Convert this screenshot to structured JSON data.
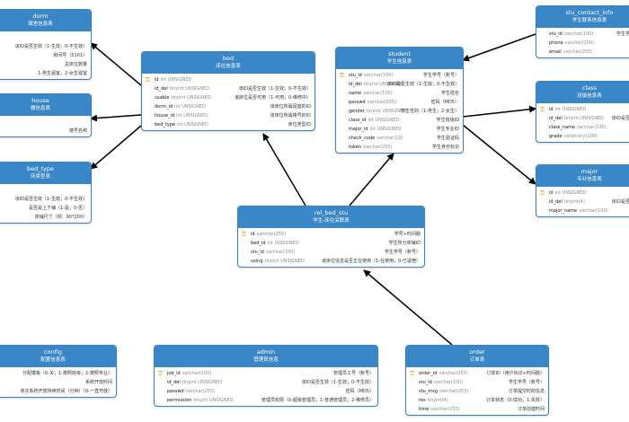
{
  "tables": {
    "dorm": {
      "name": "dorm",
      "comment": "宿舍信息表",
      "fields": [
        {
          "name": "",
          "type": "",
          "comment": "",
          "pk": false
        },
        {
          "name": "",
          "type": "",
          "comment": "该ID是否生效（1-生效；0-不生效）",
          "pk": false
        },
        {
          "name": "",
          "type": "",
          "comment": "房间号（5101）",
          "pk": false
        },
        {
          "name": "",
          "type": "",
          "comment": "总床位数量",
          "pk": false
        },
        {
          "name": "",
          "type": "",
          "comment": "1-男生寝室，2-女生寝室",
          "pk": false
        }
      ]
    },
    "house": {
      "name": "house",
      "comment": "楼信息表",
      "fields": [
        {
          "name": "",
          "type": "",
          "comment": "",
          "pk": false
        },
        {
          "name": "",
          "type": "",
          "comment": "楼号名称",
          "pk": false
        }
      ]
    },
    "bed_type": {
      "name": "bed_type",
      "comment": "床类型表",
      "fields": [
        {
          "name": "",
          "type": "",
          "comment": "",
          "pk": false
        },
        {
          "name": "",
          "type": "",
          "comment": "该ID是否生效（1-生效；0-不生效）",
          "pk": false
        },
        {
          "name": "",
          "type": "",
          "comment": "是否是上下铺（1-是；0-否）",
          "pk": false
        },
        {
          "name": "",
          "type": "",
          "comment": "床铺尺寸（例：90*200）",
          "pk": false
        }
      ]
    },
    "bed": {
      "name": "bed",
      "comment": "床位信息表",
      "fields": [
        {
          "name": "id",
          "type": "int UNSIGNED",
          "comment": "",
          "pk": true
        },
        {
          "name": "id_del",
          "type": "tinyint UNSIGNED",
          "comment": "该ID是否生效（1-生效；0-不生效）",
          "pk": false
        },
        {
          "name": "usable",
          "type": "tinyint UNSIGNED",
          "comment": "该床位是否可用（1-可用；0-维修中）",
          "pk": false
        },
        {
          "name": "dorm_id",
          "type": "int UNSIGNED",
          "comment": "该床位所属寝室的ID",
          "pk": false
        },
        {
          "name": "house_id",
          "type": "int UNSIGNED",
          "comment": "该床位所属楼号的ID",
          "pk": false
        },
        {
          "name": "bed_type",
          "type": "int UNSIGNED",
          "comment": "床位类型ID",
          "pk": false
        }
      ]
    },
    "student": {
      "name": "student",
      "comment": "学生信息表",
      "fields": [
        {
          "name": "stu_id",
          "type": "varchar(100)",
          "comment": "学生学号（账号）",
          "pk": true
        },
        {
          "name": "id_del",
          "type": "tinyint UNSIGNED",
          "comment": "该ID是否生效（1-生效；0-不生效）",
          "pk": false
        },
        {
          "name": "name",
          "type": "varchar(100)",
          "comment": "学生姓名",
          "pk": false
        },
        {
          "name": "passwd",
          "type": "varchar(255)",
          "comment": "密码（MD5）",
          "pk": false
        },
        {
          "name": "gender",
          "type": "tinyint UNSIGNED",
          "comment": "学生性别（1-男生；2-女生）",
          "pk": false
        },
        {
          "name": "class_id",
          "type": "int UNSIGNED",
          "comment": "学生班级ID",
          "pk": false
        },
        {
          "name": "major_id",
          "type": "int UNSIGNED",
          "comment": "学生专业ID",
          "pk": false
        },
        {
          "name": "check_code",
          "type": "varchar(10)",
          "comment": "学生验证码",
          "pk": false
        },
        {
          "name": "token",
          "type": "varchar(255)",
          "comment": "学生身份标识",
          "pk": false
        }
      ]
    },
    "stu_contact_info": {
      "name": "stu_contact_info",
      "comment": "学生联系信息表",
      "fields": [
        {
          "name": "stu_id",
          "type": "varchar(100)",
          "comment": "学生学号（",
          "pk": false
        },
        {
          "name": "phone",
          "type": "varchar(100)",
          "comment": "",
          "pk": false
        },
        {
          "name": "email",
          "type": "varchar(255)",
          "comment": "",
          "pk": false
        }
      ]
    },
    "class": {
      "name": "class",
      "comment": "班级信息表",
      "fields": [
        {
          "name": "id",
          "type": "int UNSIGNED",
          "comment": "",
          "pk": true
        },
        {
          "name": "id_del",
          "type": "tinyint UNSIGNED",
          "comment": "该ID是否生效",
          "pk": false
        },
        {
          "name": "class_name",
          "type": "varchar(100)",
          "comment": "",
          "pk": false
        },
        {
          "name": "grade",
          "type": "varbinary(100)",
          "comment": "",
          "pk": false
        }
      ]
    },
    "major": {
      "name": "major",
      "comment": "专业信息表",
      "fields": [
        {
          "name": "id",
          "type": "int UNSIGNED",
          "comment": "",
          "pk": true
        },
        {
          "name": "id_del",
          "type": "tinyint(4)",
          "comment": "该ID是否生效",
          "pk": false
        },
        {
          "name": "major_name",
          "type": "varchar(100)",
          "comment": "",
          "pk": false
        }
      ]
    },
    "rel_bed_stu": {
      "name": "rel_bed_stu",
      "comment": "学生-床位关联表",
      "fields": [
        {
          "name": "id",
          "type": "varchar(255)",
          "comment": "学号+时间戳",
          "pk": true
        },
        {
          "name": "bed_id",
          "type": "int UNSIGNED",
          "comment": "学生所分床铺ID",
          "pk": false
        },
        {
          "name": "stu_id",
          "type": "varchar(100)",
          "comment": "学生学号（账号）",
          "pk": false
        },
        {
          "name": "using",
          "type": "tinyint UNSIGNED",
          "comment": "该床位信息是否正在使用（1-在使用；0-已退宿）",
          "pk": false
        }
      ]
    },
    "config": {
      "name": "config",
      "comment": "配置信息表",
      "fields": [
        {
          "name": "",
          "type": "",
          "comment": "分配模板（0-关；1-按照班级；2-按照专业）",
          "pk": false
        },
        {
          "name": "",
          "type": "",
          "comment": "系统开放时间",
          "pk": false
        },
        {
          "name": "",
          "type": "",
          "comment": "单次系统开放持续时间（分钟）（0-一直开放）",
          "pk": false
        }
      ]
    },
    "admin": {
      "name": "admin",
      "comment": "管理员信息",
      "fields": [
        {
          "name": "job_id",
          "type": "varchar(100)",
          "comment": "管理员工号（账号）",
          "pk": true
        },
        {
          "name": "id_del",
          "type": "tinyint UNSIGNED",
          "comment": "该ID是否生效（1-生效；0-不生效）",
          "pk": false
        },
        {
          "name": "passwd",
          "type": "varchar(255)",
          "comment": "密码（MD5）",
          "pk": false
        },
        {
          "name": "permission",
          "type": "tinyint UNSIGNED",
          "comment": "管理员权限（0-超级管理员；1-普通管理员；2-维修员）",
          "pk": false
        }
      ]
    },
    "order": {
      "name": "order",
      "comment": "订单表",
      "fields": [
        {
          "name": "order_id",
          "type": "varchar(255)",
          "comment": "订单ID（用户标识+时间戳）",
          "pk": true
        },
        {
          "name": "stu_id",
          "type": "varchar(100)",
          "comment": "学生学号（账号）",
          "pk": false
        },
        {
          "name": "stu_msg",
          "type": "varchar(255)",
          "comment": "订单提交时的信息",
          "pk": false
        },
        {
          "name": "res",
          "type": "tinyint(4)",
          "comment": "订单状态（0-成功；1-失败）",
          "pk": false
        },
        {
          "name": "time",
          "type": "varchar(255)",
          "comment": "订单创建时间",
          "pk": false
        }
      ]
    }
  },
  "colors": {
    "header": "#3a87c8",
    "border": "#3b83c0",
    "type": "#8a8a8a",
    "key": "#d69a00",
    "arrow": "#000000"
  }
}
